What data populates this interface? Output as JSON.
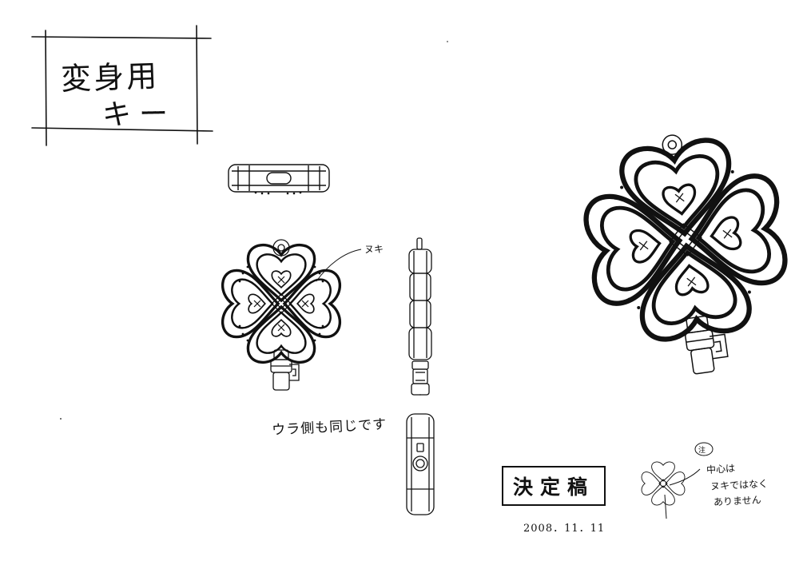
{
  "title": {
    "line1": "変身用",
    "line2": "キー"
  },
  "annotations": {
    "nuki": "ヌキ",
    "back_side": "ウラ側も同じです",
    "note_tag": "注",
    "note_line1": "中心は",
    "note_line2": "ヌキではなく",
    "note_line3": "ありません"
  },
  "stamp": {
    "label": "決定稿",
    "date": "2008．11．11"
  }
}
